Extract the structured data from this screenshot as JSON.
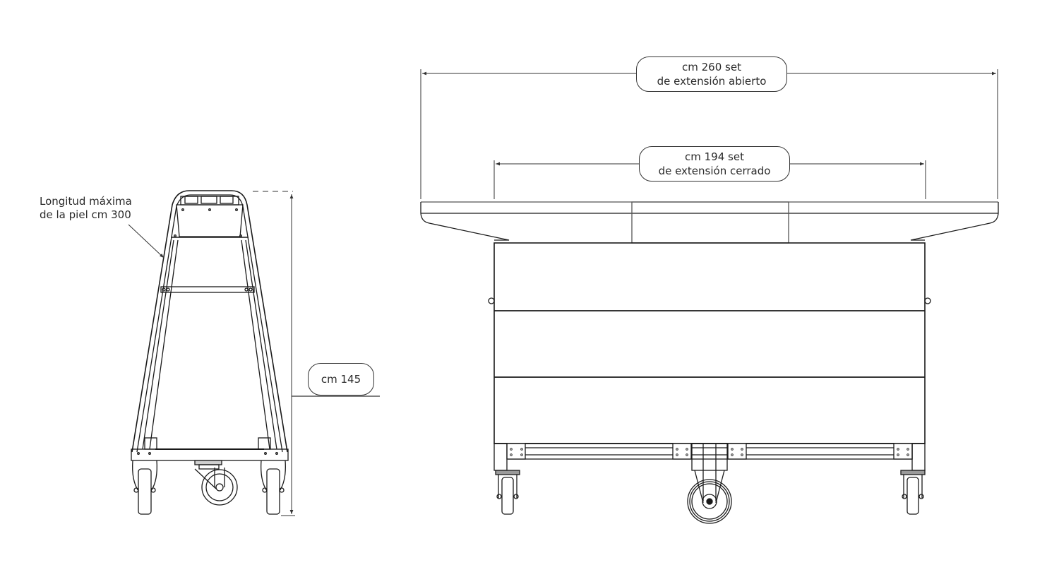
{
  "drawing": {
    "title": "Cart dimension drawing",
    "stroke_color": "#1a1a1a",
    "background": "#ffffff"
  },
  "side_view": {
    "note": {
      "line1": "Longitud máxima",
      "line2": "de la piel cm 300"
    },
    "height_dimension": {
      "label": "cm 145",
      "value_cm": 145
    }
  },
  "front_view": {
    "open_dimension": {
      "line1": "cm 260 set",
      "line2": "de extensión abierto",
      "value_cm": 260
    },
    "closed_dimension": {
      "line1": "cm 194 set",
      "line2": "de extensión cerrado",
      "value_cm": 194
    }
  }
}
